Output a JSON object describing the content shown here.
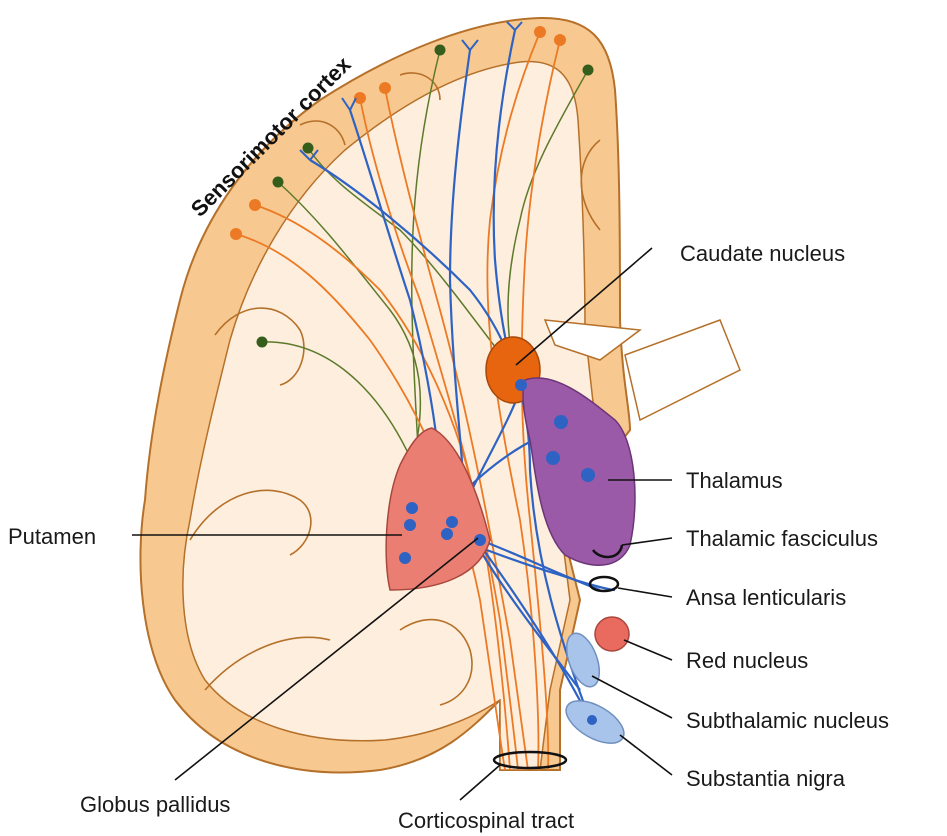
{
  "title": "Sensorimotor cortex",
  "labels": {
    "caudate": "Caudate nucleus",
    "thalamus": "Thalamus",
    "thalamic_fasciculus": "Thalamic fasciculus",
    "ansa": "Ansa lenticularis",
    "red_nucleus": "Red nucleus",
    "subthalamic": "Subthalamic nucleus",
    "substantia_nigra": "Substantia nigra",
    "putamen": "Putamen",
    "globus_pallidus": "Globus pallidus",
    "corticospinal": "Corticospinal tract"
  },
  "colors": {
    "cortex_fill": "#f7c990",
    "cortex_stroke": "#b5702a",
    "white_matter": "#fdeedd",
    "caudate": "#e8650f",
    "thalamus": "#9a5aa8",
    "putamen": "#ea7e72",
    "red_nucleus": "#e96a5e",
    "blue_nuclei": "#a9c4ea",
    "blue_fiber": "#2e63c4",
    "orange_fiber": "#ec7a25",
    "green_fiber": "#5d7a2b",
    "green_node": "#355e1c"
  }
}
